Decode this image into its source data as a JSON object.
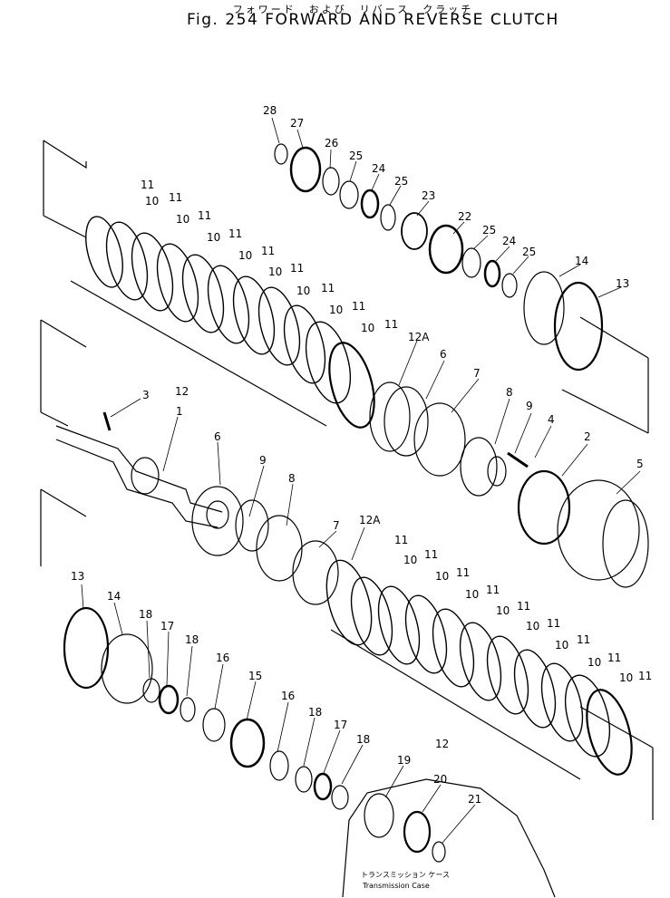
{
  "title_ja": "フォワード　および　リバース　クラッチ",
  "title_en": "Fig. 254  FORWARD AND REVERSE CLUTCH",
  "case_label_ja": "トランスミッション ケース",
  "case_label_en": "Transmission Case",
  "part_numbers": [
    "28",
    "27",
    "26",
    "25",
    "24",
    "25",
    "23",
    "22",
    "25",
    "24",
    "25",
    "14",
    "13",
    "11",
    "10",
    "11",
    "10",
    "11",
    "10",
    "11",
    "10",
    "11",
    "10",
    "11",
    "10",
    "11",
    "10",
    "11",
    "12",
    "12A",
    "6",
    "7",
    "8",
    "9",
    "4",
    "2",
    "5",
    "3",
    "1",
    "6",
    "9",
    "8",
    "7",
    "12A",
    "11",
    "10",
    "11",
    "10",
    "11",
    "10",
    "11",
    "10",
    "11",
    "10",
    "11",
    "10",
    "11",
    "10",
    "11",
    "12",
    "13",
    "14",
    "18",
    "17",
    "18",
    "16",
    "15",
    "16",
    "18",
    "17",
    "18",
    "19",
    "20",
    "21"
  ]
}
